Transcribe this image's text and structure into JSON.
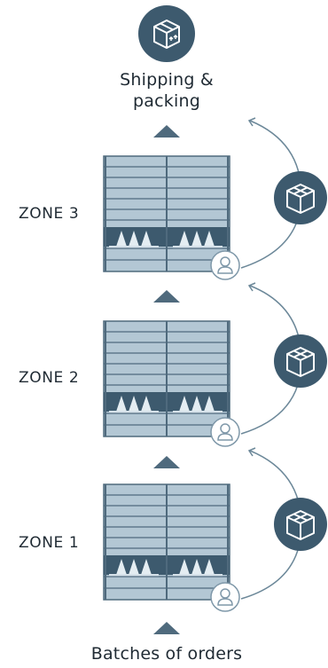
{
  "destination": {
    "label_line1": "Shipping &",
    "label_line2": "packing",
    "icon": "package-box-icon"
  },
  "zones": [
    {
      "label": "ZONE 3",
      "icon": "operator-icon",
      "handoff_icon": "box-icon"
    },
    {
      "label": "ZONE 2",
      "icon": "operator-icon",
      "handoff_icon": "box-icon"
    },
    {
      "label": "ZONE 1",
      "icon": "operator-icon",
      "handoff_icon": "box-icon"
    }
  ],
  "source": {
    "label": "Batches of orders"
  },
  "colors": {
    "dark": "#3d5a6e",
    "rack_fill": "#a9c0cf",
    "rack_line": "#4f6a7d",
    "arrow": "#5d7a8e",
    "text": "#1f2a33"
  }
}
